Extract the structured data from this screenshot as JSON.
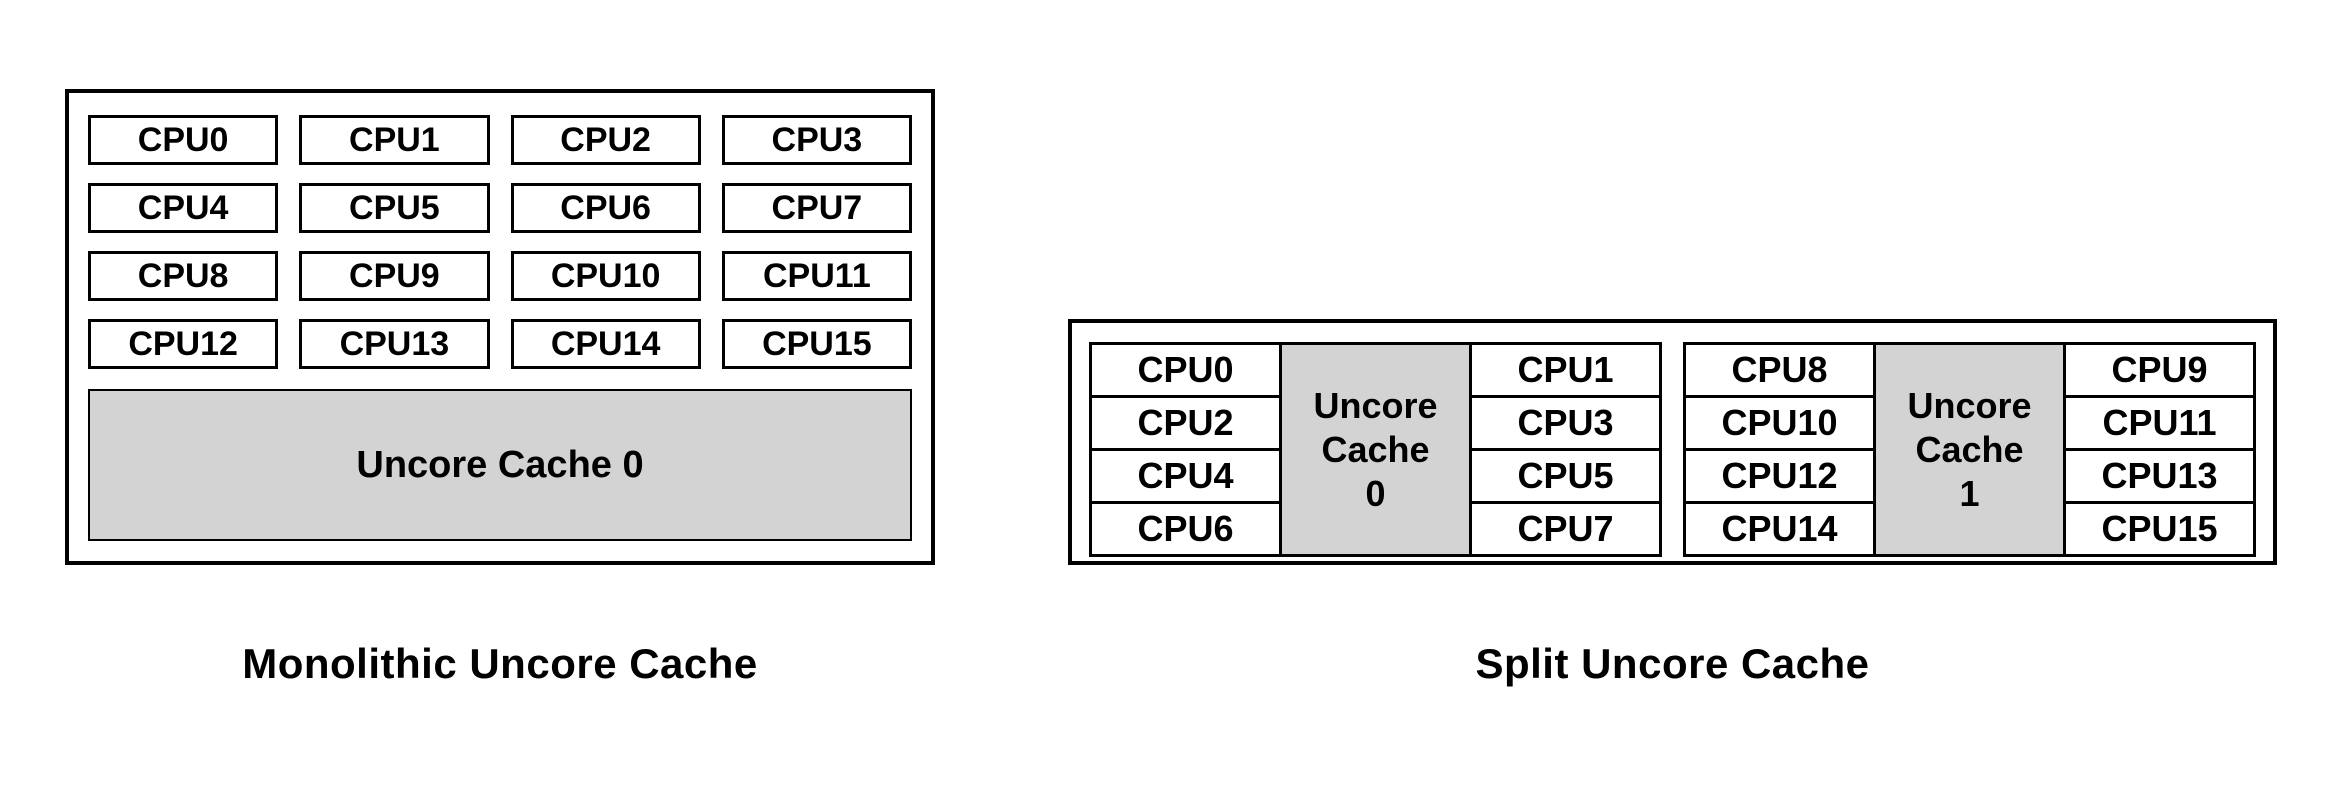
{
  "colors": {
    "border": "#000000",
    "cache_fill": "#d3d3d3",
    "background": "#ffffff",
    "text": "#000000"
  },
  "monolithic": {
    "caption": "Monolithic Uncore Cache",
    "cache_label": "Uncore Cache 0",
    "cpus": [
      "CPU0",
      "CPU1",
      "CPU2",
      "CPU3",
      "CPU4",
      "CPU5",
      "CPU6",
      "CPU7",
      "CPU8",
      "CPU9",
      "CPU10",
      "CPU11",
      "CPU12",
      "CPU13",
      "CPU14",
      "CPU15"
    ]
  },
  "split": {
    "caption": "Split Uncore Cache",
    "clusters": [
      {
        "left_cpus": [
          "CPU0",
          "CPU2",
          "CPU4",
          "CPU6"
        ],
        "cache_lines": [
          "Uncore",
          "Cache",
          "0"
        ],
        "right_cpus": [
          "CPU1",
          "CPU3",
          "CPU5",
          "CPU7"
        ]
      },
      {
        "left_cpus": [
          "CPU8",
          "CPU10",
          "CPU12",
          "CPU14"
        ],
        "cache_lines": [
          "Uncore",
          "Cache",
          "1"
        ],
        "right_cpus": [
          "CPU9",
          "CPU11",
          "CPU13",
          "CPU15"
        ]
      }
    ]
  }
}
